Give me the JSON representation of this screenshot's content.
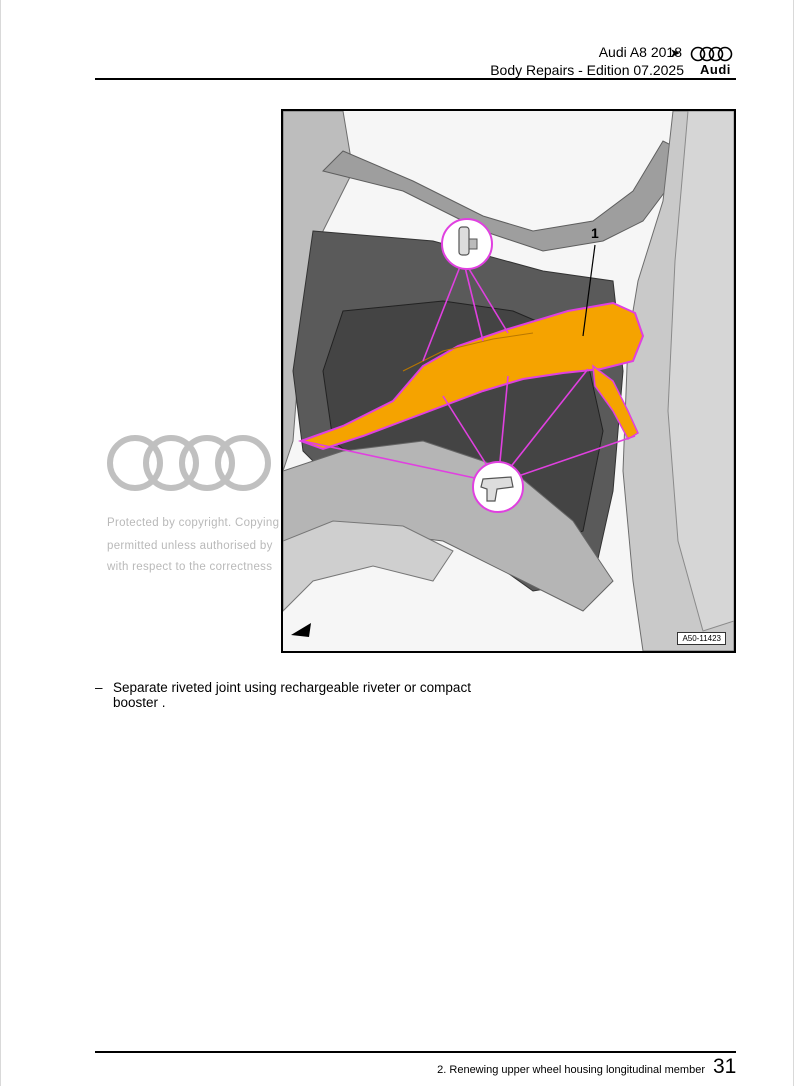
{
  "header": {
    "title": "Audi A8 2018",
    "subtitle": "Body Repairs - Edition 07.2025",
    "brand": "Audi"
  },
  "figure": {
    "callout": "1",
    "figure_id": "A50-11423"
  },
  "watermark": {
    "lines": [
      "Protected by copyright. Copying",
      "permitted unless authorised by",
      "with respect to the correctness"
    ]
  },
  "step": {
    "bullet": "–",
    "text": "Separate riveted joint using rechargeable riveter or compact booster ."
  },
  "footer": {
    "section": "2. Renewing upper wheel housing longitudinal member",
    "page": "31"
  },
  "colors": {
    "part_highlight": "#f5a300",
    "callout_outline": "#e040e0",
    "watermark": "#bdbdbd"
  }
}
